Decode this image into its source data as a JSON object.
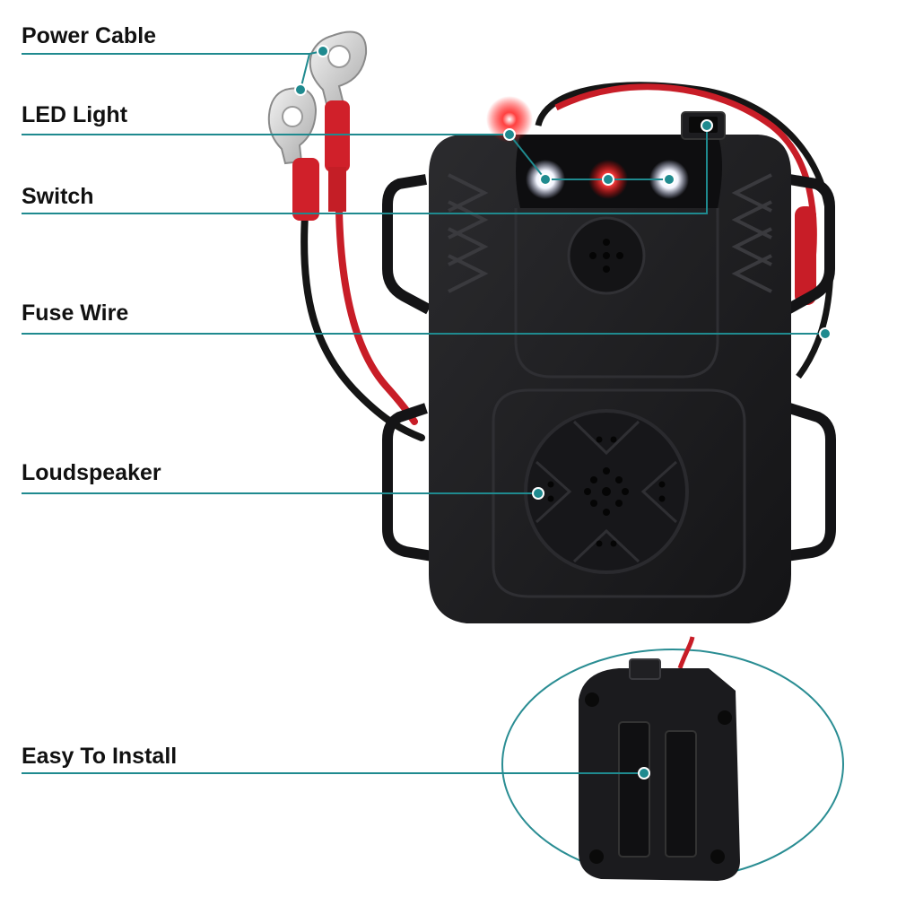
{
  "labels": {
    "power_cable": "Power Cable",
    "led_light": "LED Light",
    "switch": "Switch",
    "fuse_wire": "Fuse Wire",
    "loudspeaker": "Loudspeaker",
    "easy_to_install": "Easy To Install"
  },
  "colors": {
    "leader_line": "#1f8a8f",
    "device_body": "#1c1c1e",
    "cable_red": "#d0202a",
    "cable_black": "#151515",
    "led_red": "#ff2a2a",
    "led_white": "#ffffff",
    "background": "#ffffff"
  }
}
